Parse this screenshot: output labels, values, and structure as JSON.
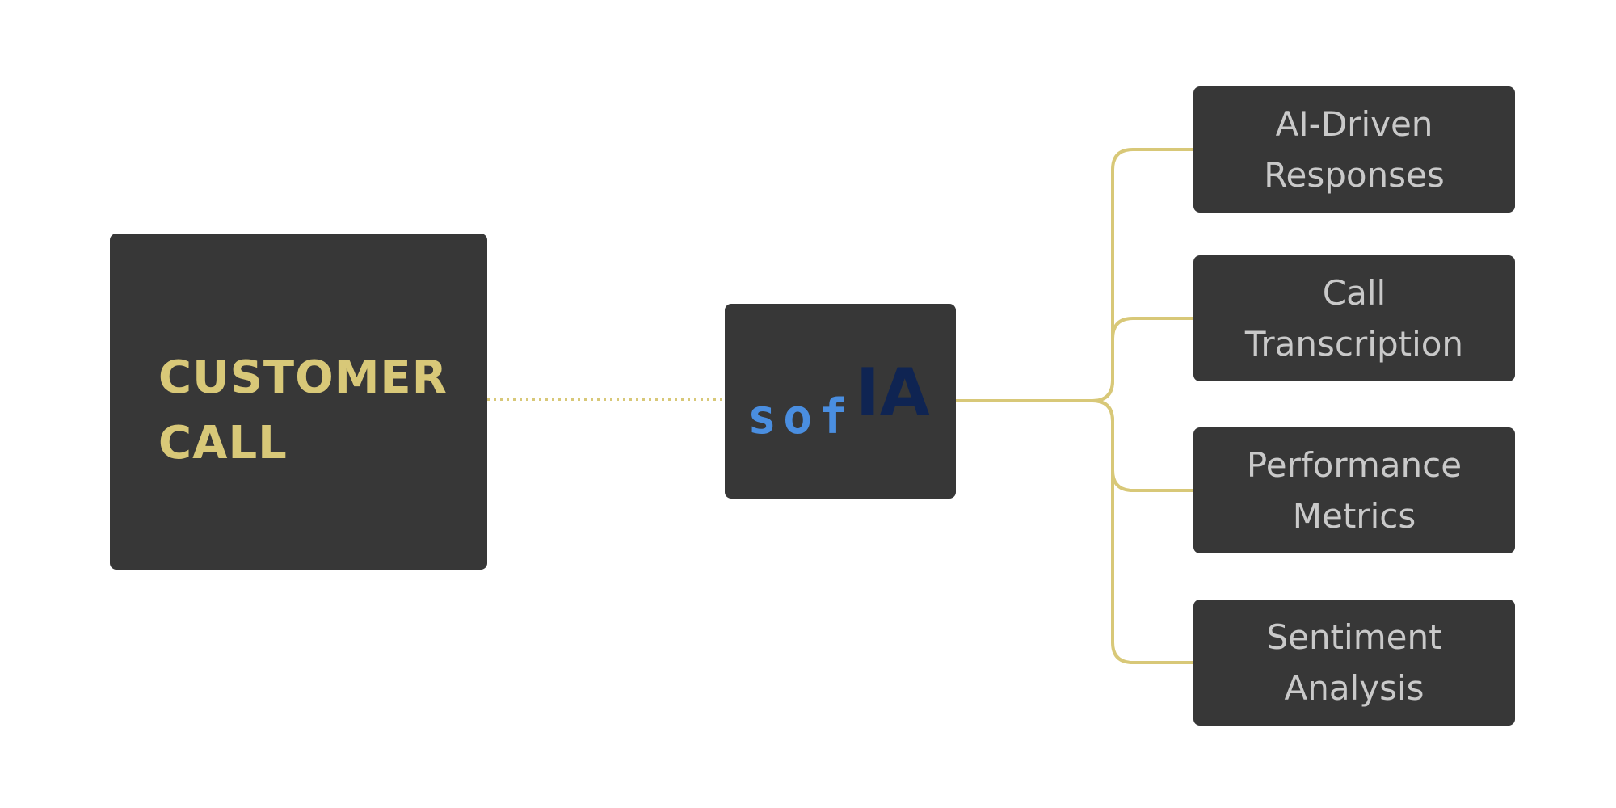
{
  "diagram": {
    "source": {
      "title_line1": "CUSTOMER",
      "title_line2": "CALL"
    },
    "hub": {
      "logo_part1": "sof",
      "logo_part2": "IA"
    },
    "features": [
      {
        "line1": "AI-Driven",
        "line2": "Responses"
      },
      {
        "line1": "Call",
        "line2": "Transcription"
      },
      {
        "line1": "Performance",
        "line2": "Metrics"
      },
      {
        "line1": "Sentiment",
        "line2": "Analysis"
      }
    ]
  },
  "colors": {
    "box_fill": "#373737",
    "accent_gold": "#d8c878",
    "feature_text": "#c9c9c9",
    "logo_blue": "#4a8ee0",
    "logo_navy": "#0f2452"
  }
}
